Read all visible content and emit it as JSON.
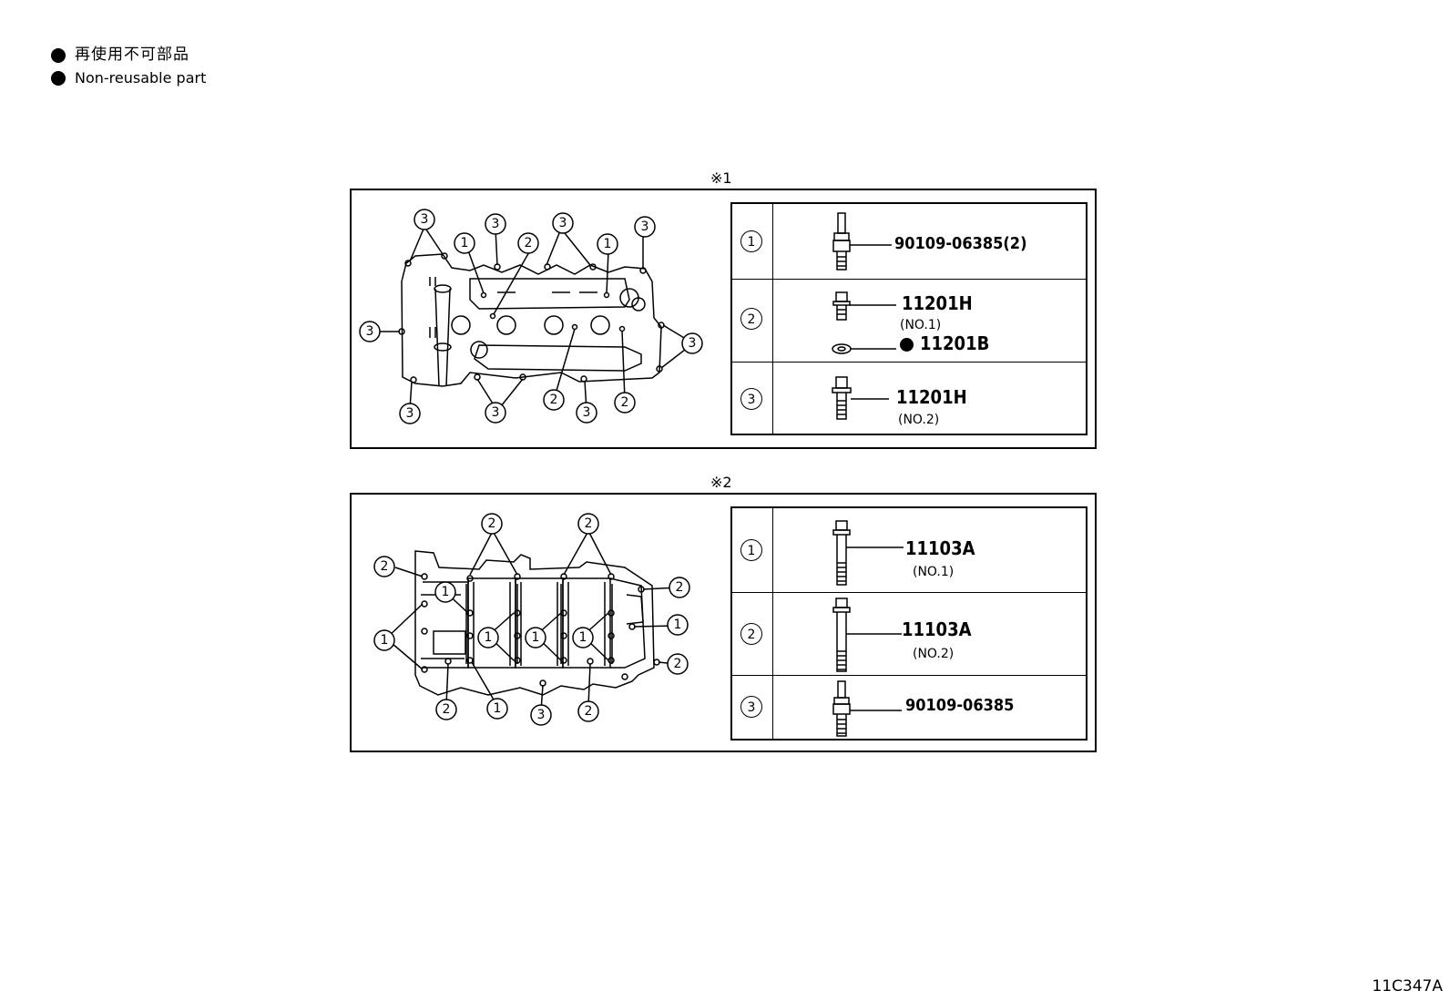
{
  "legend": {
    "ja": "再使用不可部品",
    "en": "Non-reusable part"
  },
  "section1": {
    "title": "※1",
    "rows": [
      {
        "num": "1",
        "part": "90109-06385(2)",
        "sub": ""
      },
      {
        "num": "2",
        "part": "11201H",
        "sub": "(NO.1)",
        "part2": "11201B"
      },
      {
        "num": "3",
        "part": "11201H",
        "sub": "(NO.2)"
      }
    ],
    "callouts": [
      "1",
      "2",
      "3"
    ]
  },
  "section2": {
    "title": "※2",
    "rows": [
      {
        "num": "1",
        "part": "11103A",
        "sub": "(NO.1)"
      },
      {
        "num": "2",
        "part": "11103A",
        "sub": "(NO.2)"
      },
      {
        "num": "3",
        "part": "90109-06385",
        "sub": ""
      }
    ],
    "callouts": [
      "1",
      "2",
      "3"
    ]
  },
  "figure_code": "11C347A"
}
